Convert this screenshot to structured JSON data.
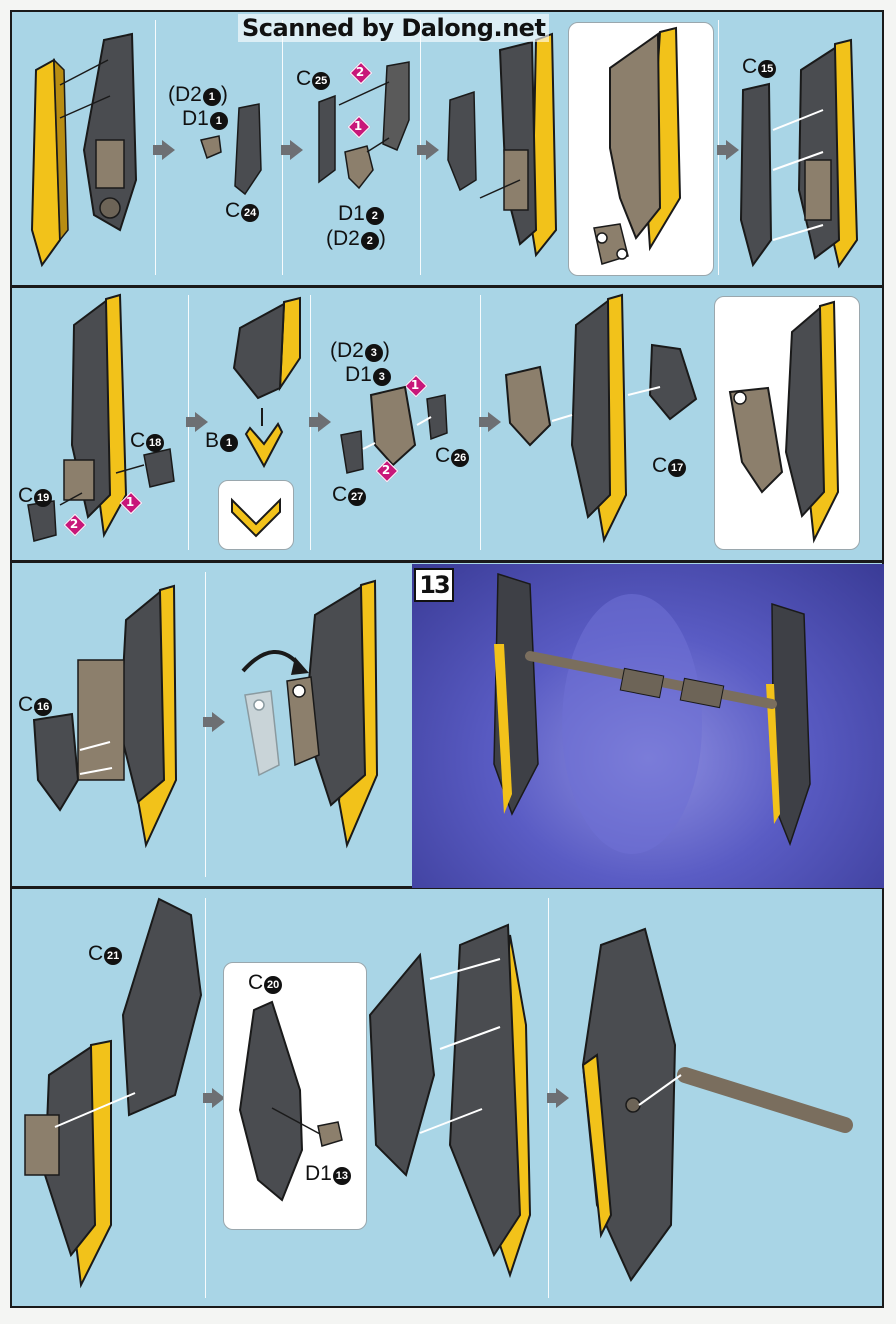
{
  "header": {
    "scan_credit": "Scanned by Dalong.net"
  },
  "steps": {
    "step_number": "13"
  },
  "row1": {
    "labels": [
      {
        "text": "(D2",
        "num": "1",
        "suffix": ")"
      },
      {
        "text": "D1",
        "num": "1",
        "suffix": ""
      },
      {
        "text": "C",
        "num": "24",
        "suffix": ""
      },
      {
        "text": "C",
        "num": "25",
        "suffix": ""
      },
      {
        "text": "D1",
        "num": "2",
        "suffix": ""
      },
      {
        "text": "(D2",
        "num": "2",
        "suffix": ")"
      },
      {
        "text": "C",
        "num": "15",
        "suffix": ""
      }
    ],
    "order_badges": [
      "2",
      "1"
    ]
  },
  "row2": {
    "labels": [
      {
        "text": "C",
        "num": "18",
        "suffix": ""
      },
      {
        "text": "C",
        "num": "19",
        "suffix": ""
      },
      {
        "text": "B",
        "num": "1",
        "suffix": ""
      },
      {
        "text": "(D2",
        "num": "3",
        "suffix": ")"
      },
      {
        "text": "D1",
        "num": "3",
        "suffix": ""
      },
      {
        "text": "C",
        "num": "26",
        "suffix": ""
      },
      {
        "text": "C",
        "num": "27",
        "suffix": ""
      },
      {
        "text": "C",
        "num": "17",
        "suffix": ""
      }
    ],
    "order_badges": [
      "1",
      "2",
      "1",
      "2"
    ]
  },
  "row3": {
    "labels": [
      {
        "text": "C",
        "num": "16",
        "suffix": ""
      }
    ]
  },
  "row4": {
    "labels": [
      {
        "text": "C",
        "num": "21",
        "suffix": ""
      },
      {
        "text": "C",
        "num": "20",
        "suffix": ""
      },
      {
        "text": "D1",
        "num": "13",
        "suffix": ""
      }
    ]
  },
  "colors": {
    "background": "#a9d5e6",
    "part_dark": "#4a4c50",
    "part_tan": "#8c7f6c",
    "accent_yellow": "#f2c21a",
    "order_badge": "#c8177a",
    "preview_bg": "#5a5cc4"
  }
}
